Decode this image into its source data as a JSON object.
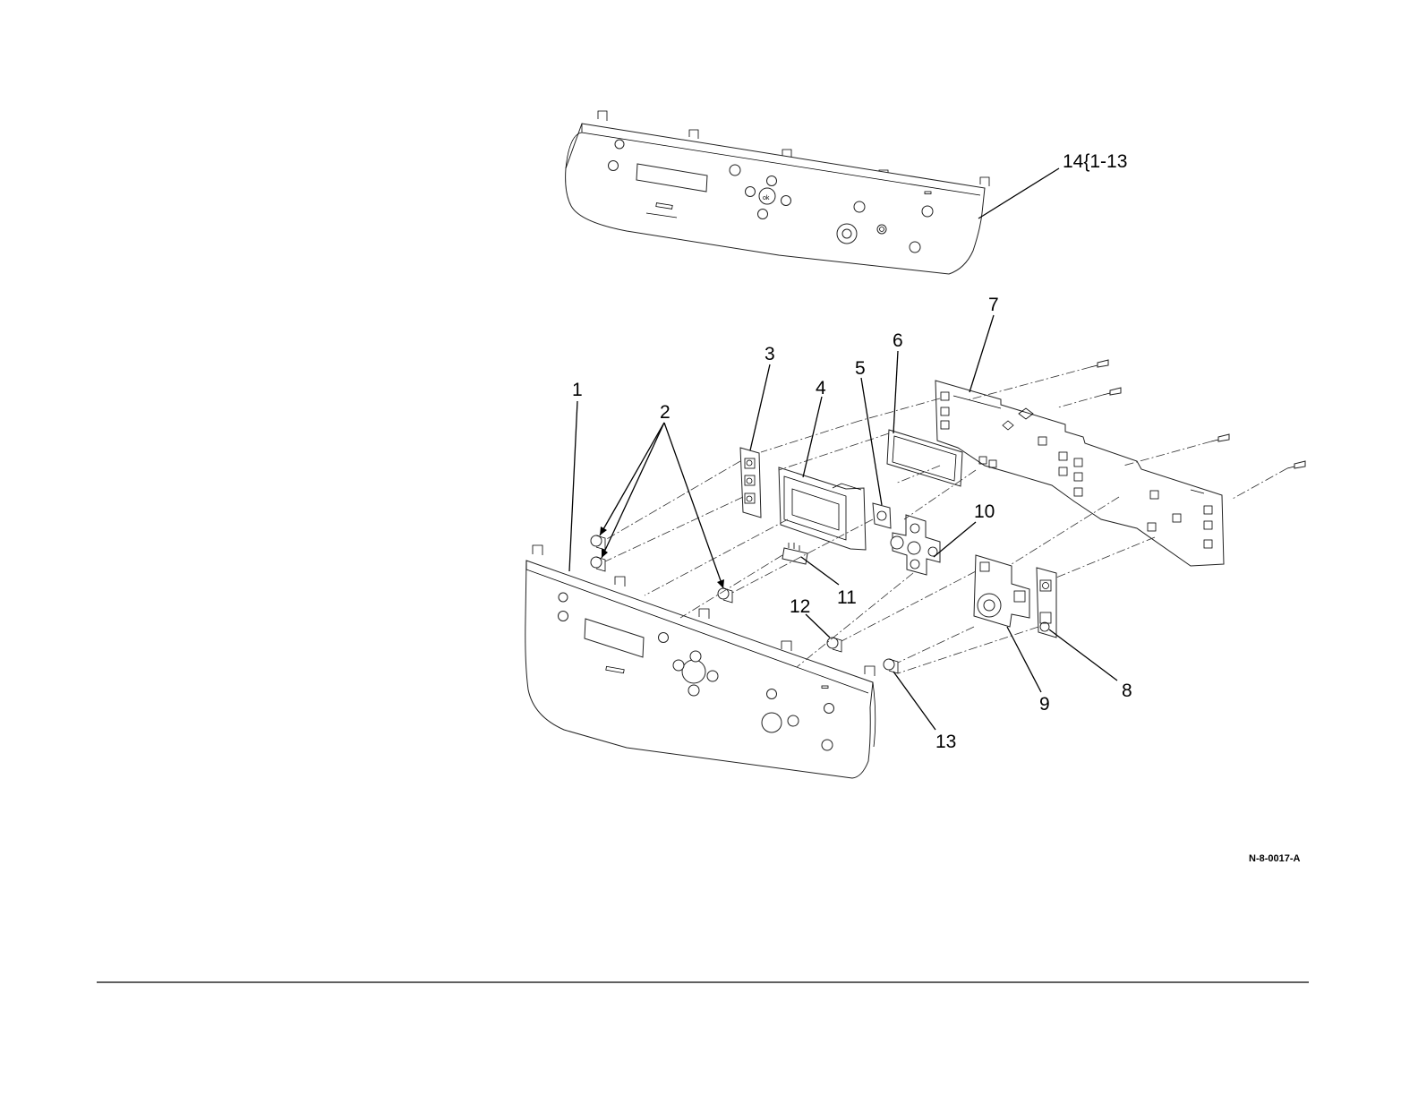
{
  "callouts": {
    "c1": "1",
    "c2": "2",
    "c3": "3",
    "c4": "4",
    "c5": "5",
    "c6": "6",
    "c7": "7",
    "c8": "8",
    "c9": "9",
    "c10": "10",
    "c11": "11",
    "c12": "12",
    "c13": "13",
    "c14": "14{1-13"
  },
  "figure_code": "N-8-0017-A"
}
